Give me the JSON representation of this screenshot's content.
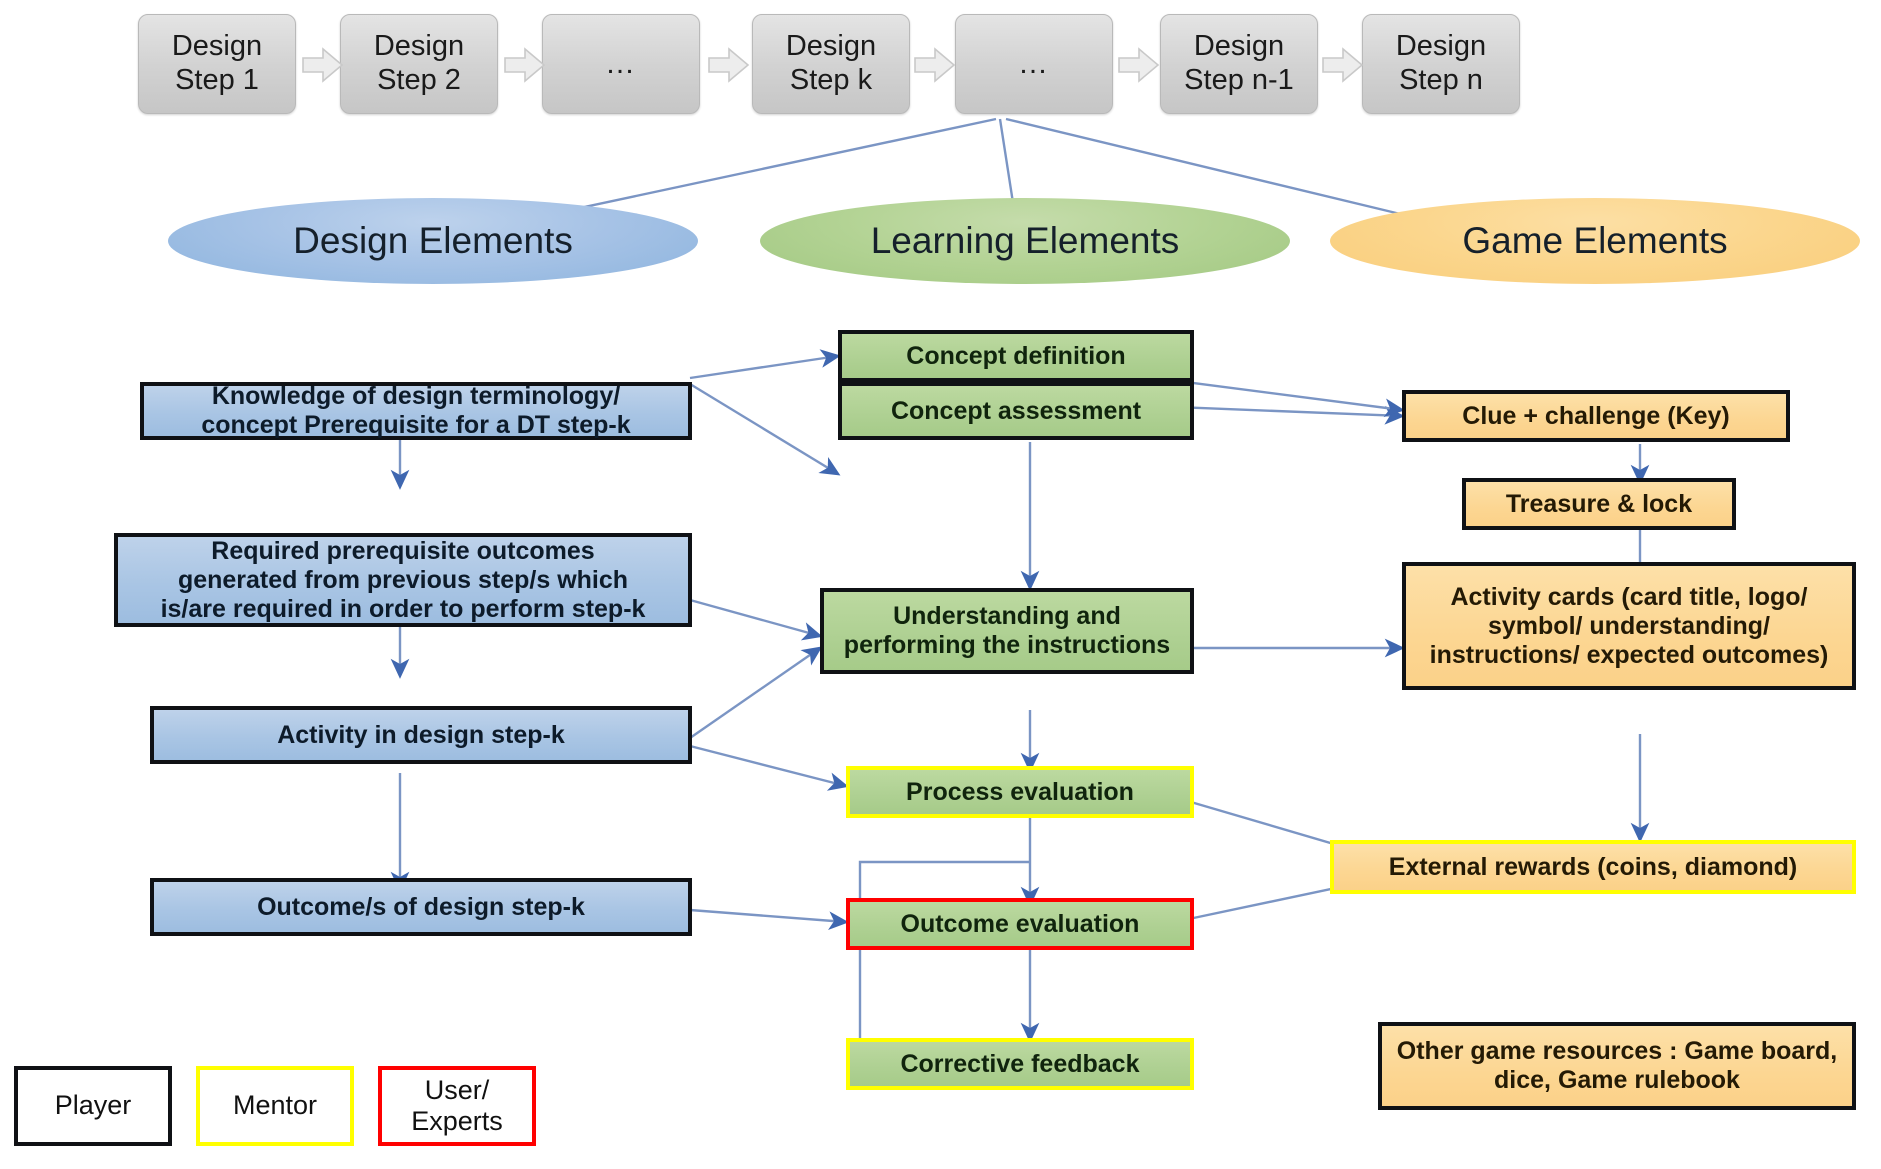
{
  "figure": {
    "title": "Design steps mapped to Design, Learning and Game elements",
    "colors": {
      "design_blue": "#a9c5e4",
      "learning_green": "#aed092",
      "game_orange": "#fcd692",
      "step_gray": "#d2d2d2",
      "connector_blue": "#4a72b8",
      "player_black": "#0f1115",
      "mentor_yellow": "#ffff00",
      "expert_red": "#ff0000"
    }
  },
  "process_row": {
    "steps": [
      {
        "label": "Design\nStep 1"
      },
      {
        "label": "Design\nStep 2"
      },
      {
        "label": "…"
      },
      {
        "label": "Design\nStep k"
      },
      {
        "label": "…"
      },
      {
        "label": "Design\nStep n-1"
      },
      {
        "label": "Design\nStep n"
      }
    ]
  },
  "categories": [
    {
      "key": "design",
      "label": "Design Elements"
    },
    {
      "key": "learning",
      "label": "Learning Elements"
    },
    {
      "key": "game",
      "label": "Game Elements"
    }
  ],
  "design_column": [
    {
      "label": "Knowledge of design terminology/\nconcept Prerequisite for a DT step-k",
      "role": "player"
    },
    {
      "label": "Required prerequisite outcomes\ngenerated from previous step/s which\nis/are required in order to perform step-k",
      "role": "player"
    },
    {
      "label": "Activity in design step-k",
      "role": "player"
    },
    {
      "label": "Outcome/s of design step-k",
      "role": "player"
    }
  ],
  "learning_column": [
    {
      "label": "Concept definition",
      "role": "player"
    },
    {
      "label": "Concept assessment",
      "role": "player"
    },
    {
      "label": "Understanding and\nperforming the instructions",
      "role": "player"
    },
    {
      "label": "Process evaluation",
      "role": "mentor"
    },
    {
      "label": "Outcome evaluation",
      "role": "expert"
    },
    {
      "label": "Corrective feedback",
      "role": "mentor"
    }
  ],
  "game_column": [
    {
      "label": "Clue + challenge (Key)",
      "role": "player"
    },
    {
      "label": "Treasure & lock",
      "role": "player"
    },
    {
      "label": "Activity cards (card title, logo/\nsymbol/ understanding/\ninstructions/ expected outcomes)",
      "role": "player"
    },
    {
      "label": "External rewards (coins, diamond)",
      "role": "mentor"
    },
    {
      "label": "Other game resources : Game board,\ndice, Game rulebook",
      "role": "player"
    }
  ],
  "legend": [
    {
      "label": "Player",
      "role": "player"
    },
    {
      "label": "Mentor",
      "role": "mentor"
    },
    {
      "label": "User/\nExperts",
      "role": "expert"
    }
  ]
}
